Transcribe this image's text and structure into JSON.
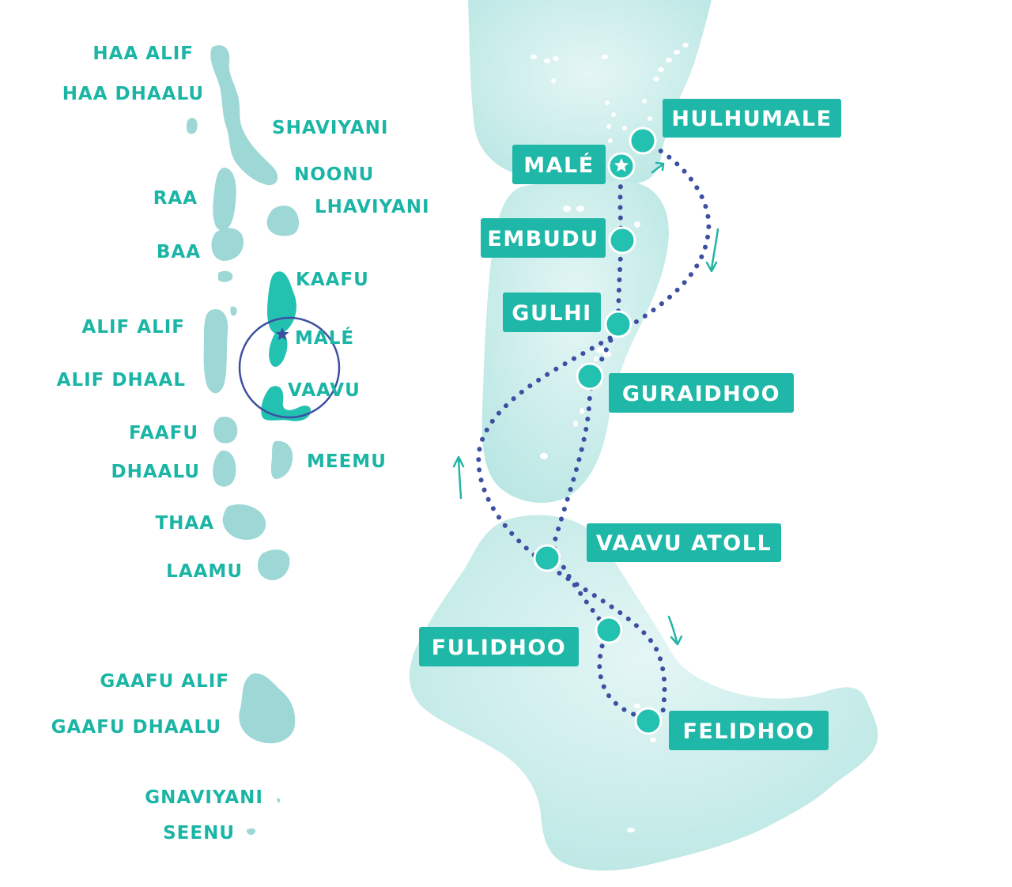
{
  "colors": {
    "accent": "#1fb8a8",
    "route": "#3d4fa3",
    "atoll_fill": "#9dd7d6",
    "lagoon": "#c9eeec",
    "highlight": "#22c1b0"
  },
  "overview_map": {
    "atolls": [
      {
        "id": "haa-alif",
        "label": "HAA ALIF"
      },
      {
        "id": "haa-dhaalu",
        "label": "HAA DHAALU"
      },
      {
        "id": "shaviyani",
        "label": "SHAVIYANI"
      },
      {
        "id": "noonu",
        "label": "NOONU"
      },
      {
        "id": "raa",
        "label": "RAA"
      },
      {
        "id": "lhaviyani",
        "label": "LHAVIYANI"
      },
      {
        "id": "baa",
        "label": "BAA"
      },
      {
        "id": "kaafu",
        "label": "KAAFU"
      },
      {
        "id": "alif-alif",
        "label": "ALIF ALIF"
      },
      {
        "id": "male",
        "label": "MALÉ"
      },
      {
        "id": "alif-dhaal",
        "label": "ALIF DHAAL"
      },
      {
        "id": "vaavu",
        "label": "VAAVU"
      },
      {
        "id": "faafu",
        "label": "FAAFU"
      },
      {
        "id": "meemu",
        "label": "MEEMU"
      },
      {
        "id": "dhaalu",
        "label": "DHAALU"
      },
      {
        "id": "thaa",
        "label": "THAA"
      },
      {
        "id": "laamu",
        "label": "LAAMU"
      },
      {
        "id": "gaafu-alif",
        "label": "GAAFU ALIF"
      },
      {
        "id": "gaafu-dhaalu",
        "label": "GAAFU DHAALU"
      },
      {
        "id": "gnaviyani",
        "label": "GNAVIYANI"
      },
      {
        "id": "seenu",
        "label": "SEENU"
      }
    ]
  },
  "route_map": {
    "stops": [
      {
        "id": "hulhumale",
        "label": "HULHUMALE",
        "icon": "circle-marker"
      },
      {
        "id": "male",
        "label": "MALÉ",
        "icon": "star-marker"
      },
      {
        "id": "embudu",
        "label": "EMBUDU",
        "icon": "circle-marker"
      },
      {
        "id": "gulhi",
        "label": "GULHI",
        "icon": "circle-marker"
      },
      {
        "id": "guraidhoo",
        "label": "GURAIDHOO",
        "icon": "circle-marker"
      },
      {
        "id": "vaavu-atoll",
        "label": "VAAVU ATOLL",
        "icon": "circle-marker"
      },
      {
        "id": "fulidhoo",
        "label": "FULIDHOO",
        "icon": "circle-marker"
      },
      {
        "id": "felidhoo",
        "label": "FELIDHOO",
        "icon": "circle-marker"
      }
    ]
  }
}
